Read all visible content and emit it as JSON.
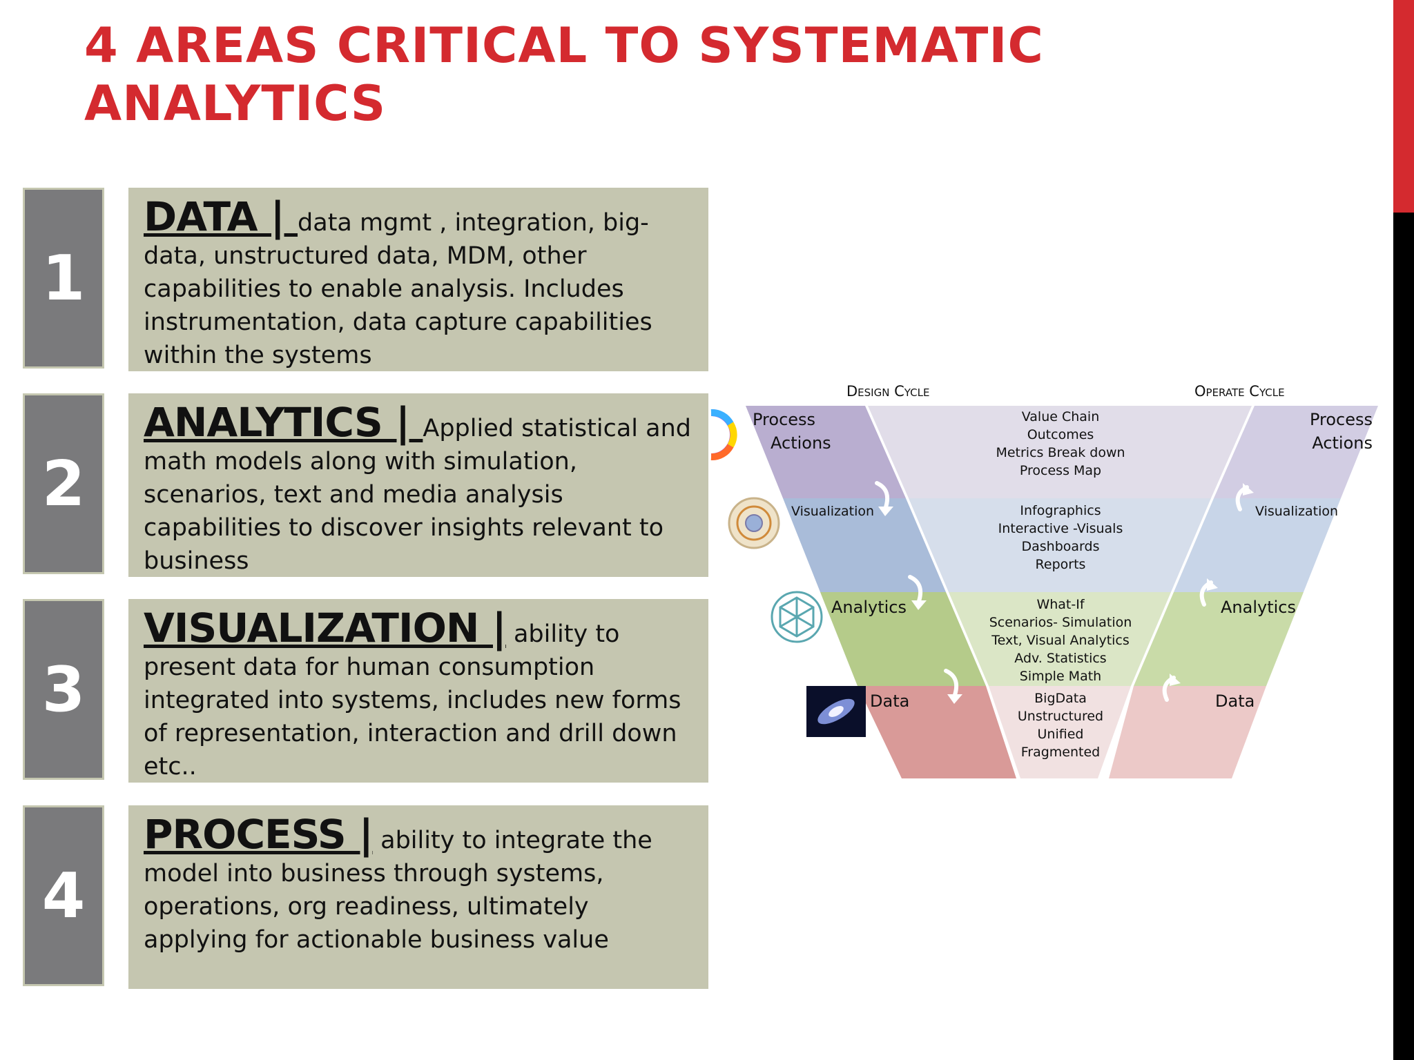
{
  "slide": {
    "title_line1": "4 AREAS CRITICAL TO SYSTEMATIC",
    "title_line2": "ANALYTICS"
  },
  "areas": [
    {
      "number": "1",
      "heading": "DATA |  ",
      "text": "data mgmt , integration, big-data, unstructured data, MDM, other capabilities to enable analysis. Includes instrumentation, data capture capabilities within the systems"
    },
    {
      "number": "2",
      "heading": "ANALYTICS | ",
      "text": "Applied statistical and math models along with simulation, scenarios, text and media analysis capabilities to discover insights relevant to business"
    },
    {
      "number": "3",
      "heading": "VISUALIZATION |",
      "text": "ability to present data for human consumption integrated into systems, includes new forms of representation, interaction and drill down etc.."
    },
    {
      "number": "4",
      "heading": "PROCESS |",
      "text": "ability to integrate the model into business through systems, operations, org readiness, ultimately applying for actionable business value"
    }
  ],
  "diagram": {
    "design_cycle": "Design Cycle",
    "operate_cycle": "Operate Cycle",
    "left_labels": {
      "process_line1": "Process",
      "process_line2": "Actions",
      "visualization": "Visualization",
      "analytics": "Analytics",
      "data": "Data"
    },
    "right_labels": {
      "process_line1": "Process",
      "process_line2": "Actions",
      "visualization": "Visualization",
      "analytics": "Analytics",
      "data": "Data"
    },
    "center": {
      "process": [
        "Value Chain",
        "Outcomes",
        "Metrics Break down",
        "Process Map"
      ],
      "visualization": [
        "Infographics",
        "Interactive -Visuals",
        "Dashboards",
        "Reports"
      ],
      "analytics": [
        "What-If",
        "Scenarios- Simulation",
        "Text, Visual Analytics",
        "Adv. Statistics",
        "Simple Math"
      ],
      "data": [
        "BigData",
        "Unstructured",
        "Unified",
        "Fragmented"
      ]
    },
    "colors": {
      "process": "#b9aed0",
      "visualization": "#a9bcd9",
      "analytics": "#b5cb8a",
      "data": "#d99a98",
      "process_center": "#e1dde9",
      "visualization_center": "#d6deeb",
      "analytics_center": "#dbe6c6",
      "data_center": "#f1e1e1"
    }
  }
}
